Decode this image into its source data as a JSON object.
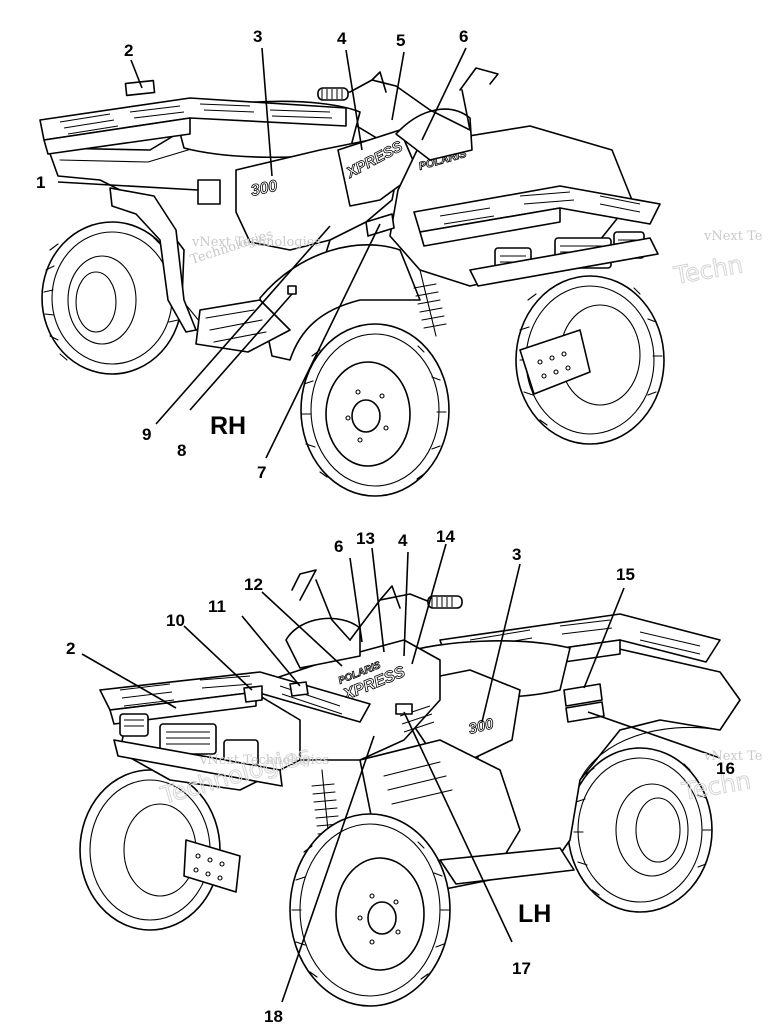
{
  "views": [
    {
      "side_label": "RH",
      "callouts": [
        "1",
        "2",
        "3",
        "4",
        "5",
        "6",
        "7",
        "8",
        "9"
      ]
    },
    {
      "side_label": "LH",
      "callouts": [
        "2",
        "3",
        "4",
        "6",
        "10",
        "11",
        "12",
        "13",
        "14",
        "15",
        "16",
        "17",
        "18"
      ]
    }
  ],
  "decal_text": {
    "model_number": "300",
    "brand": "POLARIS",
    "model_name": "XPRESS"
  },
  "watermark": {
    "line1": "vNext Technologies",
    "line2": "Technologies",
    "short": "vNext Te",
    "short2": "Techn"
  }
}
